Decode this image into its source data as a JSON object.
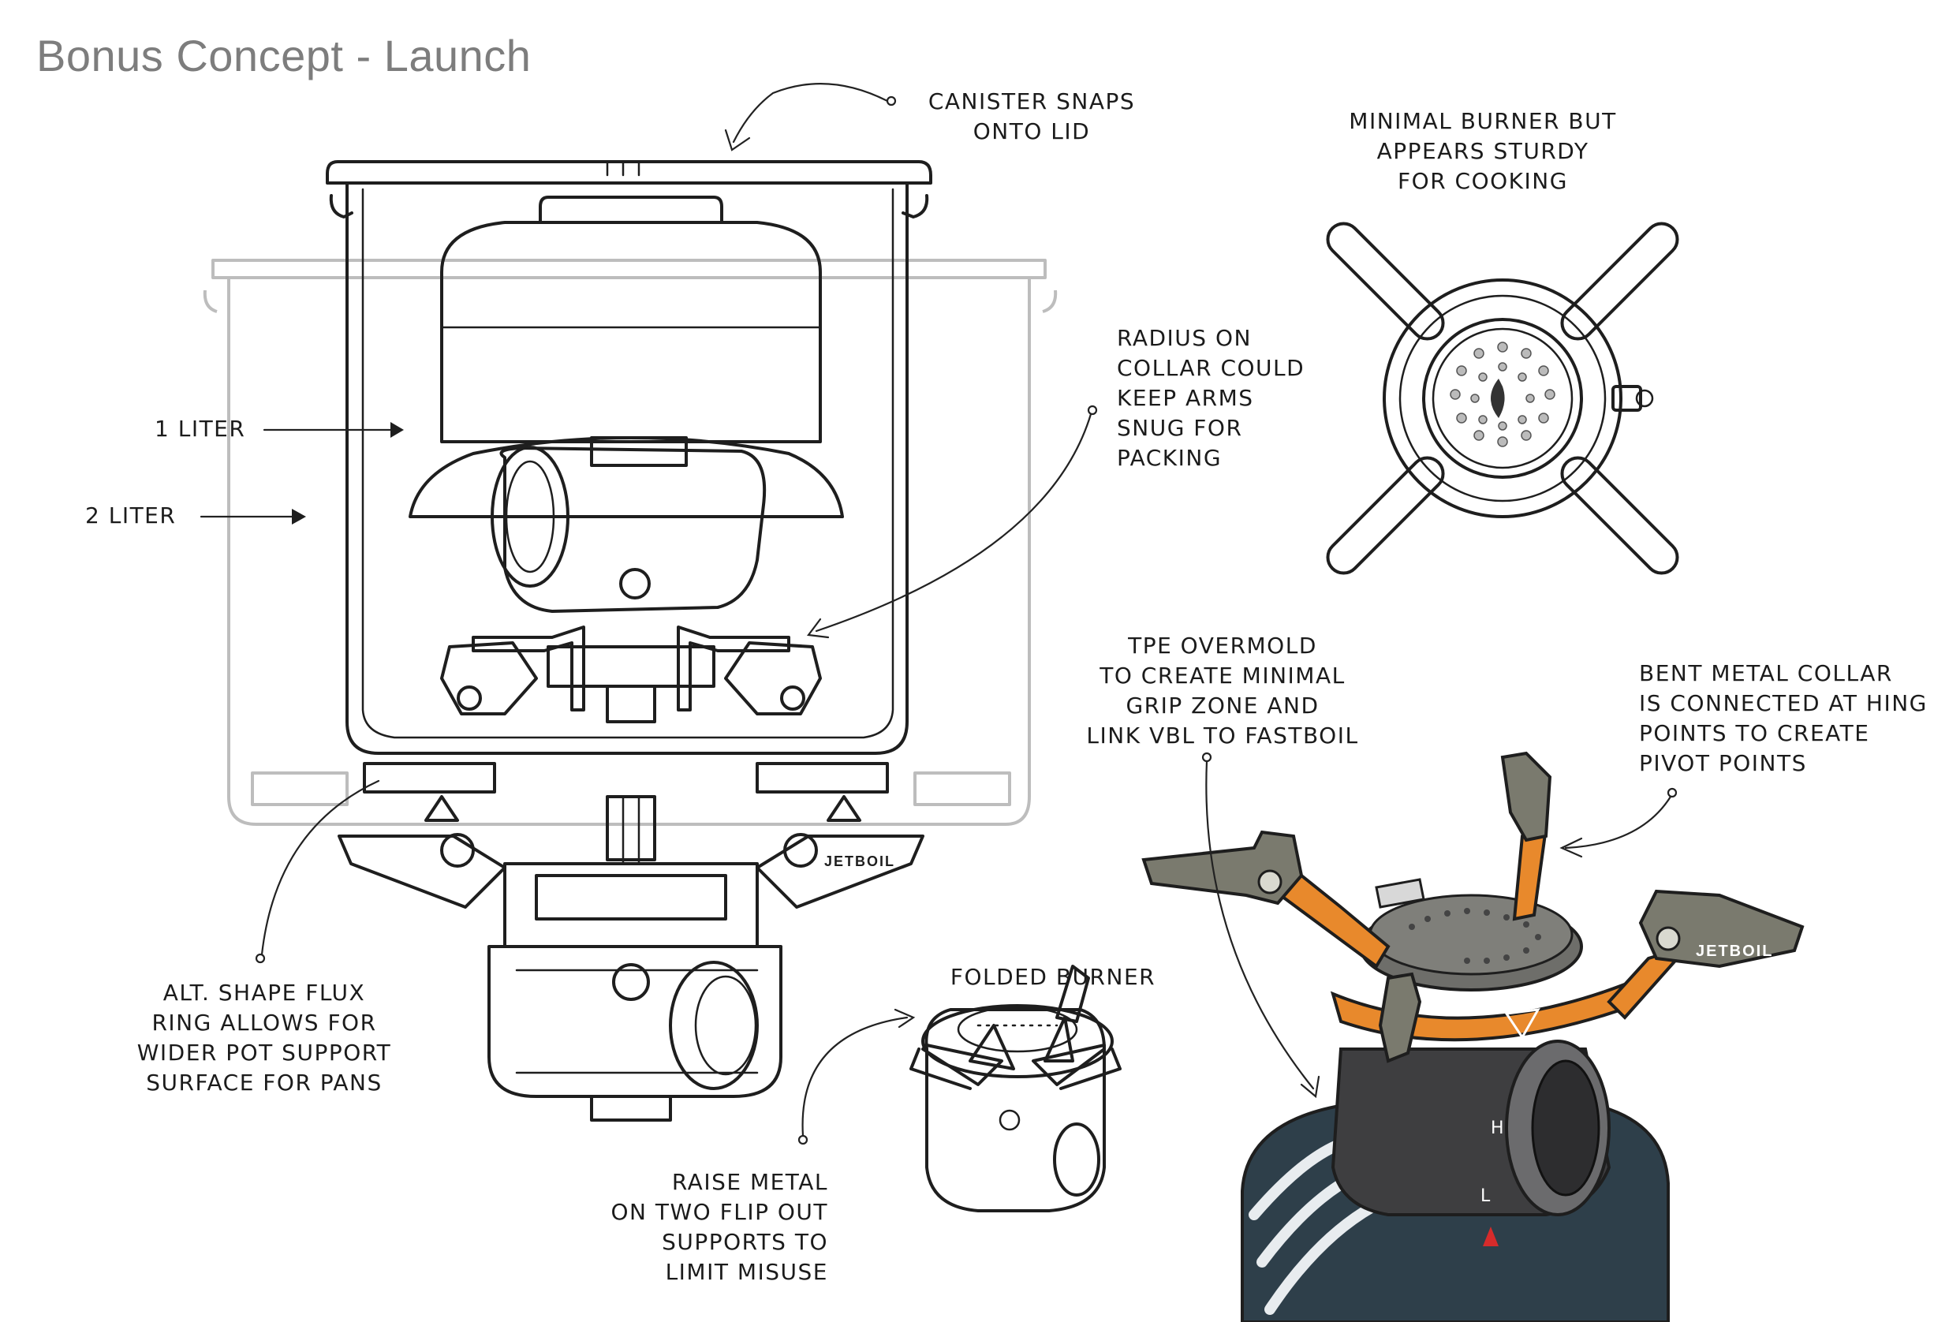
{
  "title": "Bonus Concept - Launch",
  "annotations": {
    "canister_snaps": "Canister snaps\nonto lid",
    "minimal_burner": "Minimal burner but\nappears sturdy\nfor cooking",
    "radius_collar": "Radius on\ncollar could\nkeep arms\nsnug for\npacking",
    "one_liter": "1 Liter",
    "two_liter": "2 Liter",
    "tpe_overmold": "TPE overmold\nto create minimal\ngrip zone and\nlink VBL to FastBoil",
    "bent_metal": "Bent metal collar\nis connected at hing\npoints to create\npivot points",
    "folded_burner": "Folded burner",
    "alt_shape": "Alt. shape flux\nring allows for\nwider pot support\nsurface for pans",
    "raise_metal": "Raise metal\non two flip out\nsupports to\nlimit misuse"
  },
  "brand_marks": [
    "JETBOIL",
    "JETBOIL"
  ],
  "knob_marks": [
    "H",
    "L"
  ],
  "colors": {
    "accent": "#e8892c",
    "dark_body": "#3e3e40",
    "canister": "#2e3f4a",
    "olive": "#7a7a6e",
    "title_gray": "#7d7d7d"
  }
}
